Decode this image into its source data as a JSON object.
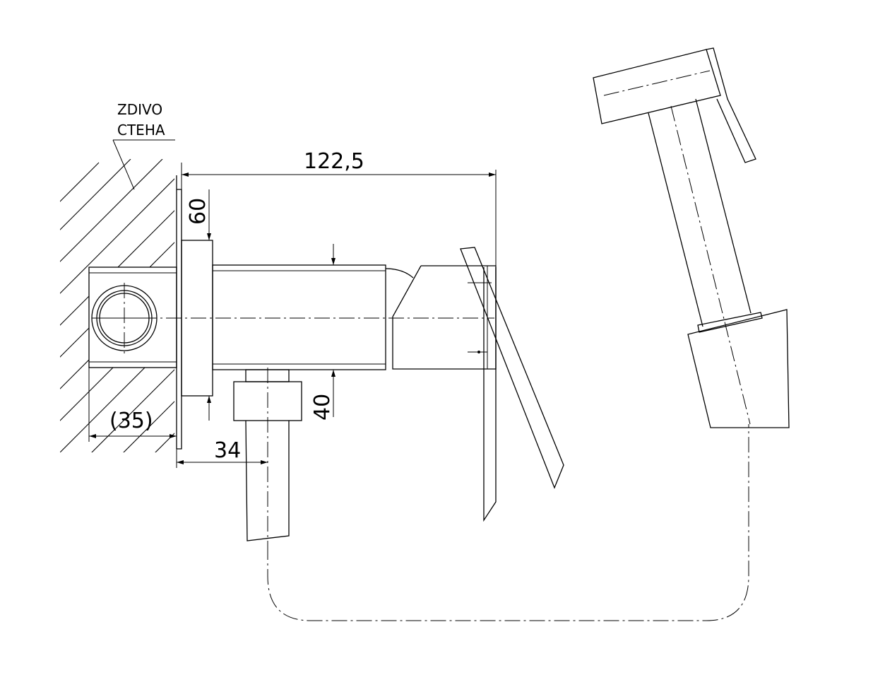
{
  "labels": {
    "wall_line1": "ZDIVO",
    "wall_line2": "СТЕНА"
  },
  "dimensions": {
    "overall_length": "122,5",
    "flange_height": "60",
    "body_height": "40",
    "outlet_offset": "34",
    "box_depth": "(35)"
  }
}
